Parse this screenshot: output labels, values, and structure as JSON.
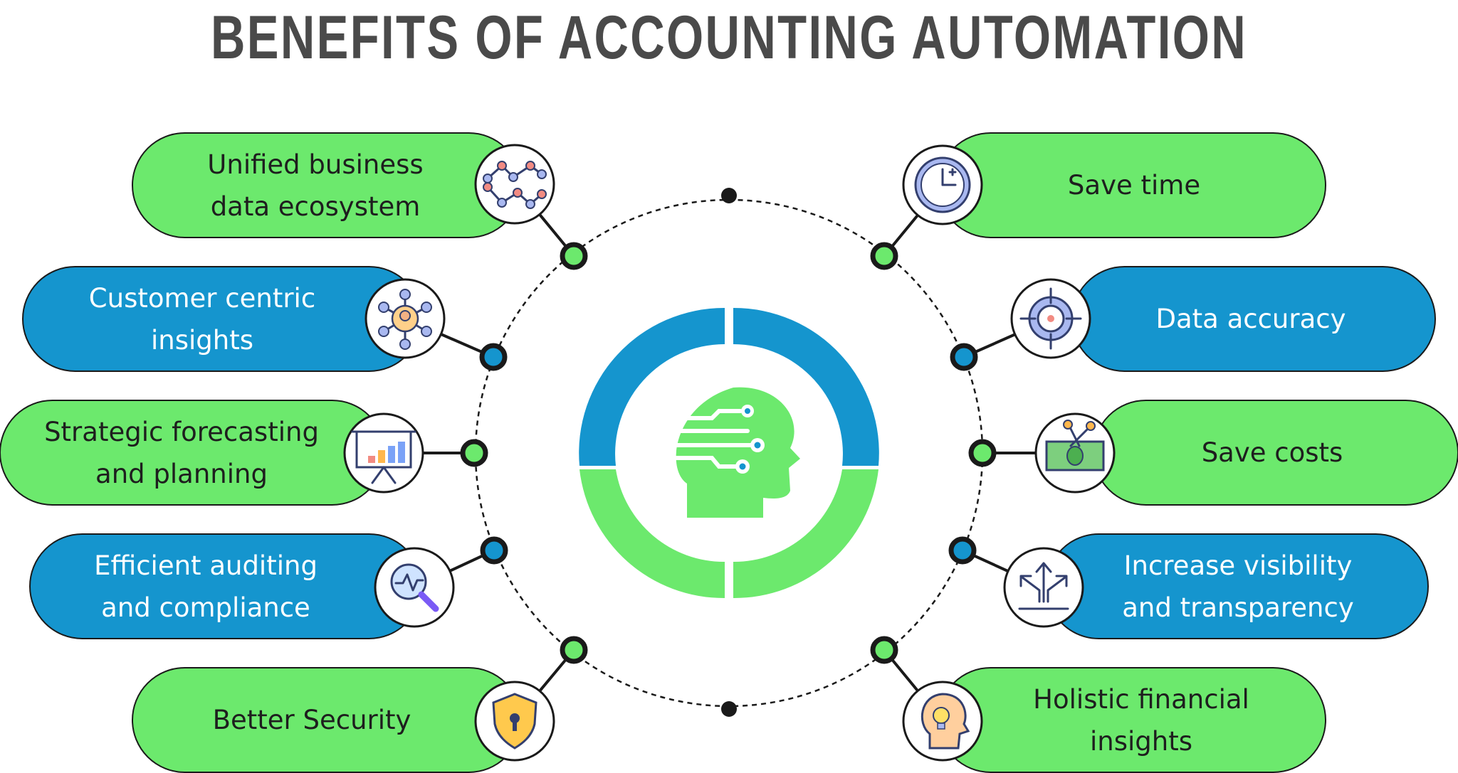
{
  "title": "BENEFITS OF ACCOUNTING AUTOMATION",
  "colors": {
    "green": "#6ce96d",
    "blue": "#1595ce",
    "dark": "#1a1a1a",
    "text": "#4a4a4a"
  },
  "center_icon": "ai-brain-circuit-icon",
  "left": [
    {
      "text": "Unified business\ndata ecosystem",
      "color": "green",
      "icon": "network-graph-icon"
    },
    {
      "text": "Customer centric\ninsights",
      "color": "blue",
      "icon": "customer-network-icon"
    },
    {
      "text": "Strategic forecasting\nand planning",
      "color": "green",
      "icon": "presentation-chart-icon"
    },
    {
      "text": "Efficient auditing\nand compliance",
      "color": "blue",
      "icon": "magnifier-analysis-icon"
    },
    {
      "text": "Better Security",
      "color": "green",
      "icon": "shield-lock-icon"
    }
  ],
  "right": [
    {
      "text": "Save time",
      "color": "green",
      "icon": "clock-icon"
    },
    {
      "text": "Data accuracy",
      "color": "blue",
      "icon": "target-crosshair-icon"
    },
    {
      "text": "Save costs",
      "color": "green",
      "icon": "cash-scissors-icon"
    },
    {
      "text": "Increase visibility\nand transparency",
      "color": "blue",
      "icon": "direction-arrows-icon"
    },
    {
      "text": "Holistic financial\ninsights",
      "color": "green",
      "icon": "head-lightbulb-icon"
    }
  ]
}
